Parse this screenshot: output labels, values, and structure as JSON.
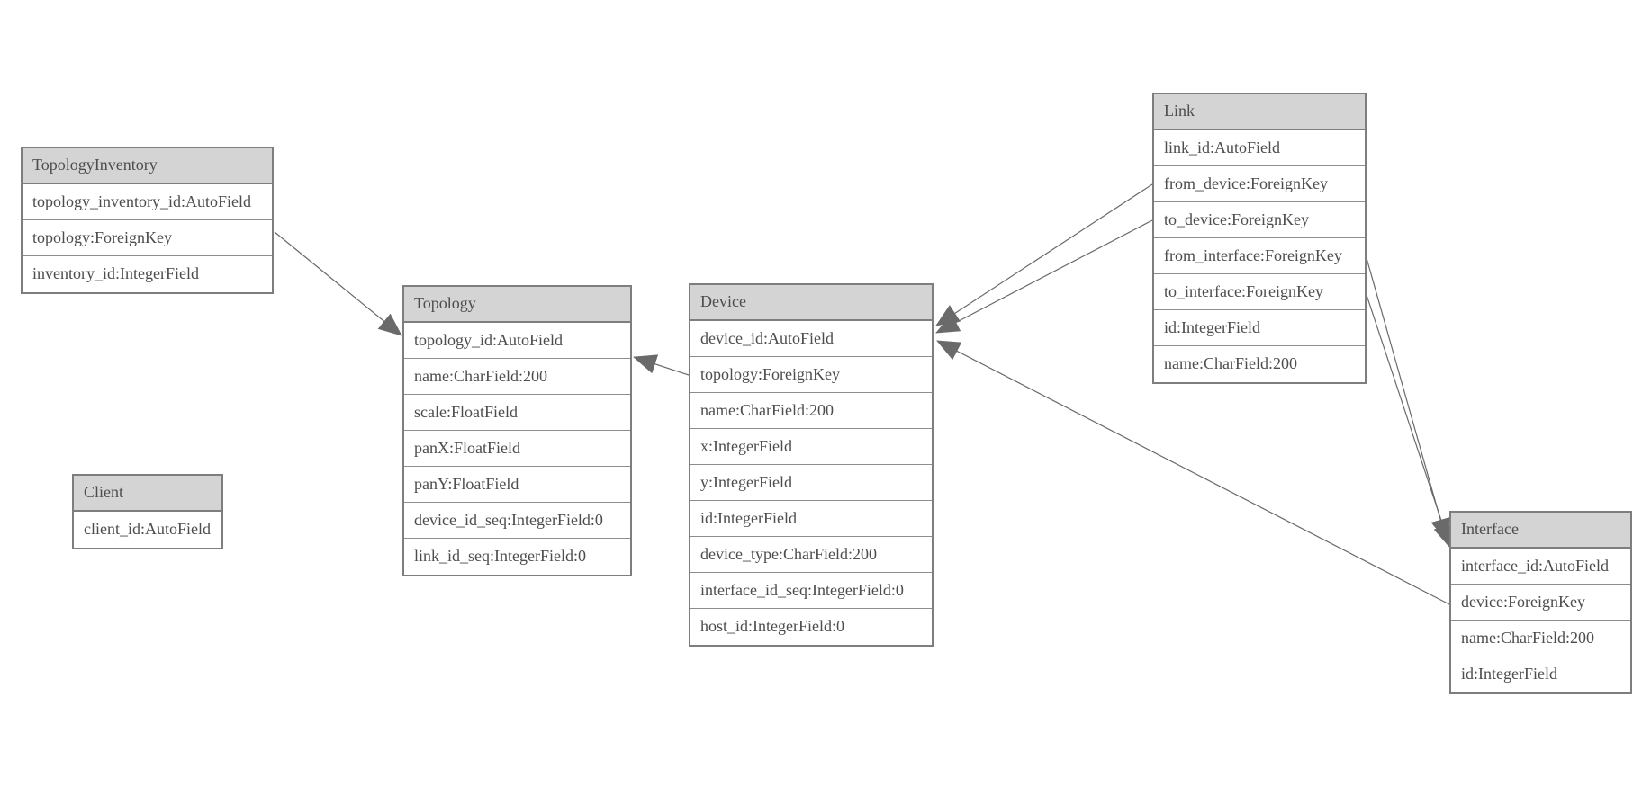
{
  "diagram": {
    "entities": [
      {
        "name": "TopologyInventory",
        "fields": [
          "topology_inventory_id:AutoField",
          "topology:ForeignKey",
          "inventory_id:IntegerField"
        ]
      },
      {
        "name": "Topology",
        "fields": [
          "topology_id:AutoField",
          "name:CharField:200",
          "scale:FloatField",
          "panX:FloatField",
          "panY:FloatField",
          "device_id_seq:IntegerField:0",
          "link_id_seq:IntegerField:0"
        ]
      },
      {
        "name": "Client",
        "fields": [
          "client_id:AutoField"
        ]
      },
      {
        "name": "Device",
        "fields": [
          "device_id:AutoField",
          "topology:ForeignKey",
          "name:CharField:200",
          "x:IntegerField",
          "y:IntegerField",
          "id:IntegerField",
          "device_type:CharField:200",
          "interface_id_seq:IntegerField:0",
          "host_id:IntegerField:0"
        ]
      },
      {
        "name": "Link",
        "fields": [
          "link_id:AutoField",
          "from_device:ForeignKey",
          "to_device:ForeignKey",
          "from_interface:ForeignKey",
          "to_interface:ForeignKey",
          "id:IntegerField",
          "name:CharField:200"
        ]
      },
      {
        "name": "Interface",
        "fields": [
          "interface_id:AutoField",
          "device:ForeignKey",
          "name:CharField:200",
          "id:IntegerField"
        ]
      }
    ],
    "relations": [
      {
        "from": "TopologyInventory.topology",
        "to": "Topology"
      },
      {
        "from": "Device.topology",
        "to": "Topology"
      },
      {
        "from": "Link.from_device",
        "to": "Device"
      },
      {
        "from": "Link.to_device",
        "to": "Device"
      },
      {
        "from": "Link.from_interface",
        "to": "Interface"
      },
      {
        "from": "Link.to_interface",
        "to": "Interface"
      },
      {
        "from": "Interface.device",
        "to": "Device"
      }
    ],
    "colors": {
      "background": "#ffffff",
      "header_fill": "#d4d4d4",
      "border": "#7e7e7e",
      "text": "#4d4d4d",
      "line": "#6a6a6a"
    }
  }
}
